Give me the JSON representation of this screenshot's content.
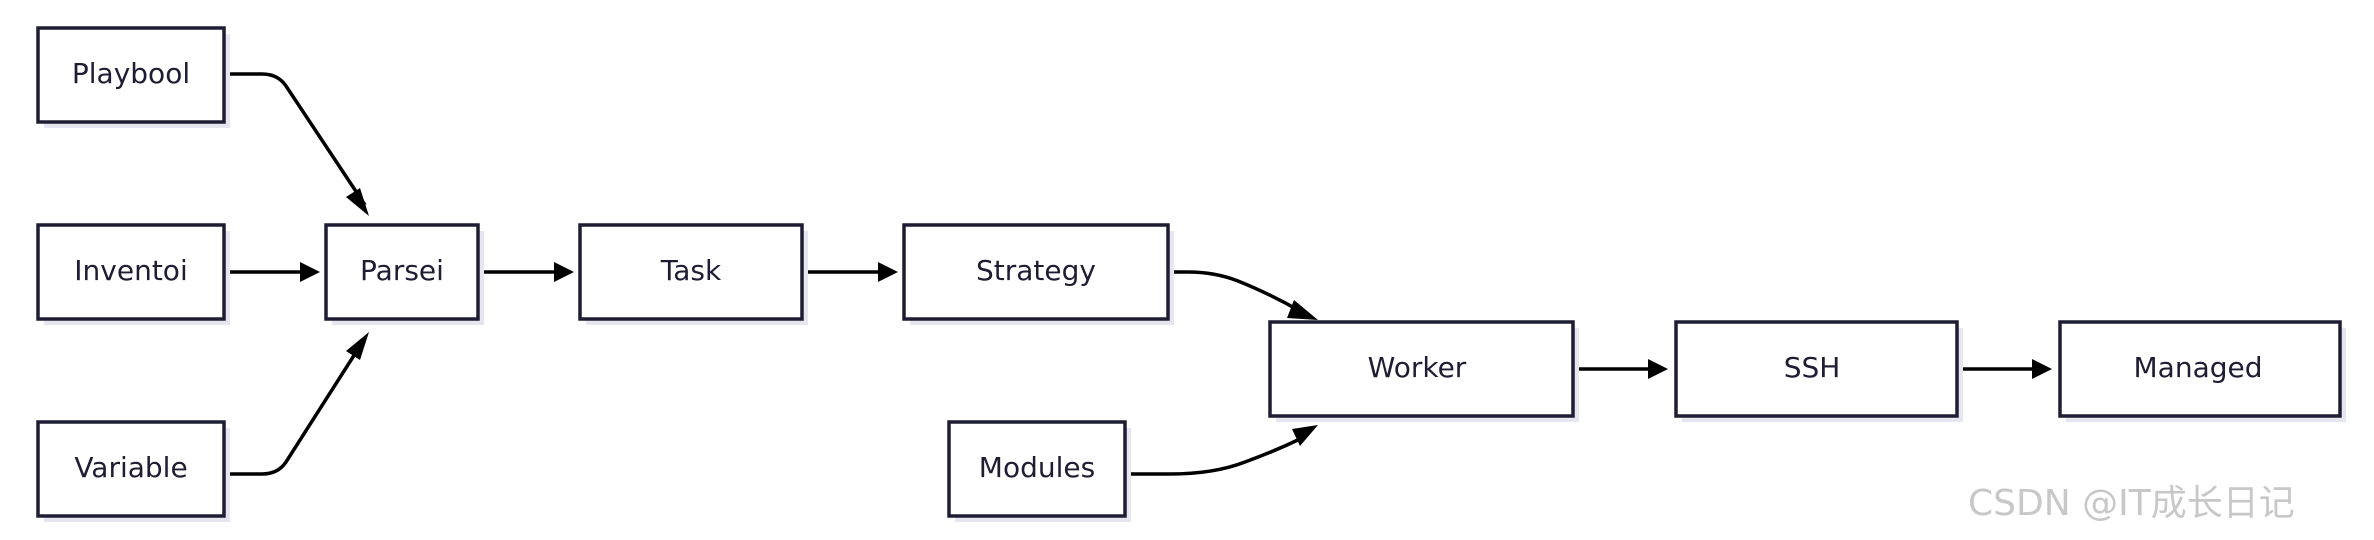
{
  "diagram": {
    "nodes": [
      {
        "id": "playbook",
        "label": "Playbool"
      },
      {
        "id": "inventory",
        "label": "Inventoi"
      },
      {
        "id": "variable",
        "label": "Variable"
      },
      {
        "id": "parser",
        "label": "Parsei"
      },
      {
        "id": "task",
        "label": "Task"
      },
      {
        "id": "strategy",
        "label": "Strategy"
      },
      {
        "id": "modules",
        "label": "Modules"
      },
      {
        "id": "worker",
        "label": "Worker"
      },
      {
        "id": "ssh",
        "label": "SSH"
      },
      {
        "id": "managed",
        "label": "Managed"
      }
    ],
    "edges": [
      {
        "from": "playbook",
        "to": "parser"
      },
      {
        "from": "inventory",
        "to": "parser"
      },
      {
        "from": "variable",
        "to": "parser"
      },
      {
        "from": "parser",
        "to": "task"
      },
      {
        "from": "task",
        "to": "strategy"
      },
      {
        "from": "strategy",
        "to": "worker"
      },
      {
        "from": "modules",
        "to": "worker"
      },
      {
        "from": "worker",
        "to": "ssh"
      },
      {
        "from": "ssh",
        "to": "managed"
      }
    ]
  },
  "watermark": "CSDN @IT成长日记",
  "colors": {
    "node_fill": "#ffffff",
    "node_border": "#1f1d33",
    "node_shadow": "#e6e6f0",
    "edge": "#000000",
    "text": "#1f1d33",
    "watermark": "#c8c8c8"
  }
}
